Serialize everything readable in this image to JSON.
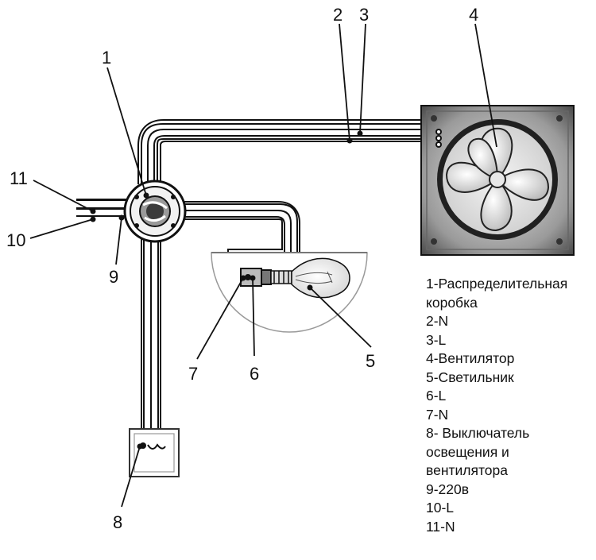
{
  "callouts": {
    "n1": "1",
    "n2": "2",
    "n3": "3",
    "n4": "4",
    "n5": "5",
    "n6": "6",
    "n7": "7",
    "n8": "8",
    "n9": "9",
    "n10": "10",
    "n11": "11"
  },
  "legend": [
    "1-Распределительная",
    "коробка",
    "2-N",
    "3-L",
    "4-Вентилятор",
    "5-Светильник",
    "6-L",
    "7-N",
    "8- Выключатель",
    "освещения и",
    "вентилятора",
    "9-220в",
    "10-L",
    "11-N"
  ]
}
